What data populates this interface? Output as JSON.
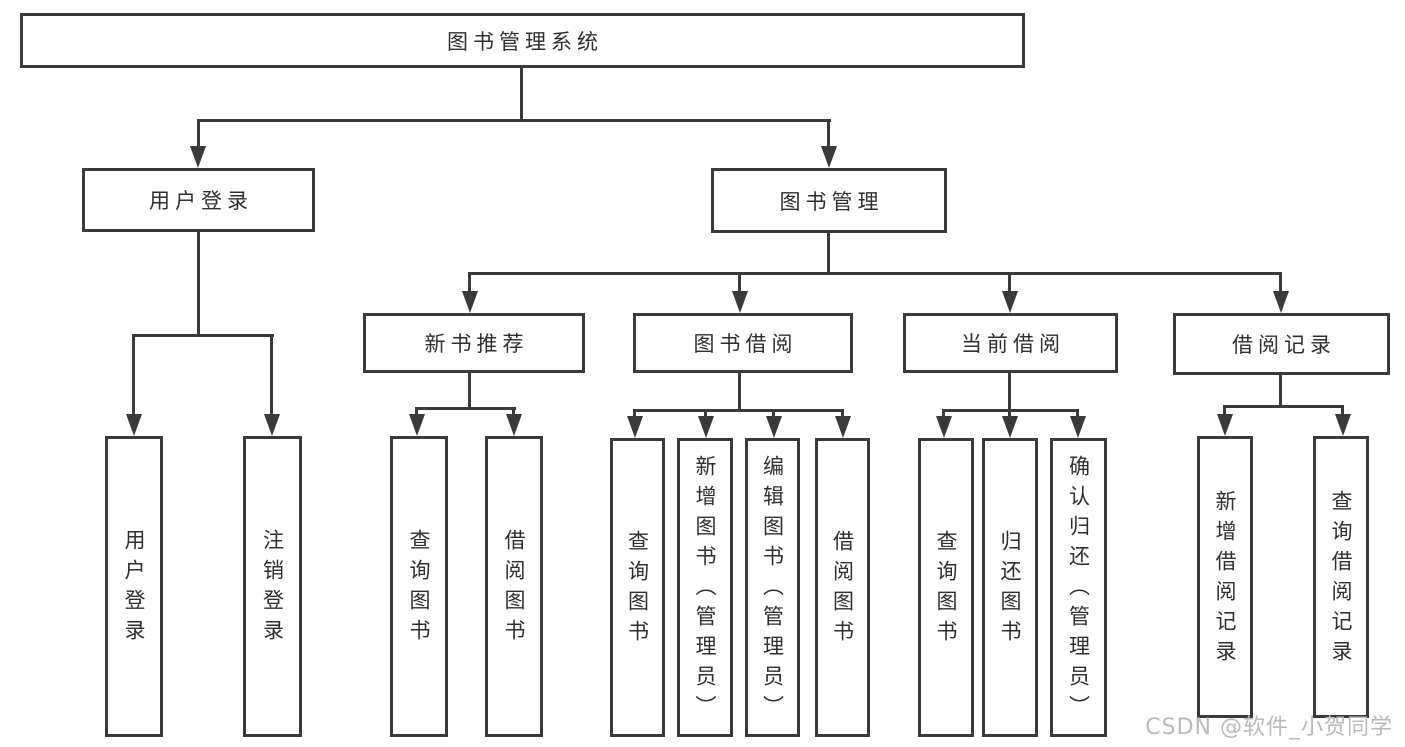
{
  "tree": {
    "label": "图书管理系统",
    "children": [
      {
        "label": "用户登录",
        "children": [
          {
            "label": "用户登录"
          },
          {
            "label": "注销登录"
          }
        ]
      },
      {
        "label": "图书管理",
        "children": [
          {
            "label": "新书推荐",
            "children": [
              {
                "label": "查询图书"
              },
              {
                "label": "借阅图书"
              }
            ]
          },
          {
            "label": "图书借阅",
            "children": [
              {
                "label": "查询图书"
              },
              {
                "label": "新增图书（管理员）"
              },
              {
                "label": "编辑图书（管理员）"
              },
              {
                "label": "借阅图书"
              }
            ]
          },
          {
            "label": "当前借阅",
            "children": [
              {
                "label": "查询图书"
              },
              {
                "label": "归还图书"
              },
              {
                "label": "确认归还（管理员）"
              }
            ]
          },
          {
            "label": "借阅记录",
            "children": [
              {
                "label": "新增借阅记录"
              },
              {
                "label": "查询借阅记录"
              }
            ]
          }
        ]
      }
    ]
  },
  "watermark": {
    "text": "CSDN @软件_小贺同学"
  },
  "colors": {
    "line": "#3a3a3a",
    "box_border": "#3a3a3a",
    "text": "#2f2f2f",
    "watermark": "#b9b9b9",
    "background": "#ffffff"
  }
}
